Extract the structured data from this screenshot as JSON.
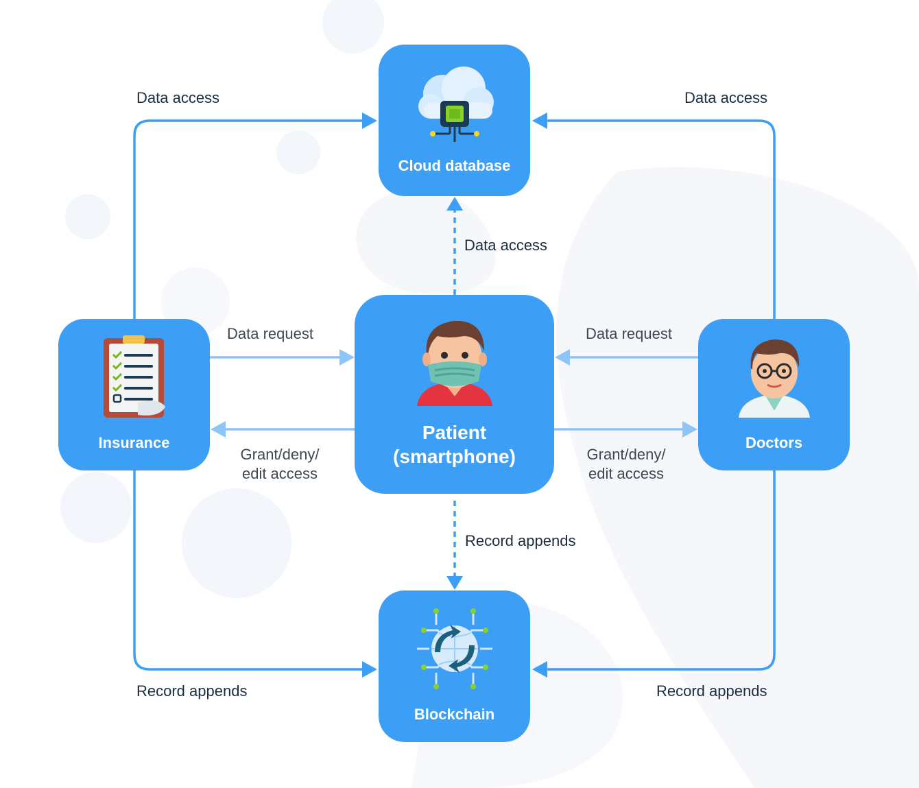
{
  "colors": {
    "node": "#3d9ef5",
    "solid_line": "#3d9ef5",
    "soft_line": "#8ec4f7",
    "text": "#1d2c3c"
  },
  "nodes": {
    "cloud": {
      "label": "Cloud database",
      "icon": "cloud-chip-icon"
    },
    "patient": {
      "label_line1": "Patient",
      "label_line2": "(smartphone)",
      "icon": "masked-patient-icon"
    },
    "insurance": {
      "label": "Insurance",
      "icon": "clipboard-checklist-icon"
    },
    "doctors": {
      "label": "Doctors",
      "icon": "doctor-icon"
    },
    "blockchain": {
      "label": "Blockchain",
      "icon": "globe-network-icon"
    }
  },
  "edges": {
    "insurance_to_cloud": "Data access",
    "doctors_to_cloud": "Data access",
    "patient_to_cloud": "Data access",
    "insurance_request": "Data request",
    "doctors_request": "Data request",
    "patient_grant_insurance_line1": "Grant/deny/",
    "patient_grant_insurance_line2": "edit access",
    "patient_grant_doctors_line1": "Grant/deny/",
    "patient_grant_doctors_line2": "edit access",
    "patient_to_blockchain": "Record appends",
    "insurance_to_blockchain": "Record appends",
    "doctors_to_blockchain": "Record appends"
  }
}
